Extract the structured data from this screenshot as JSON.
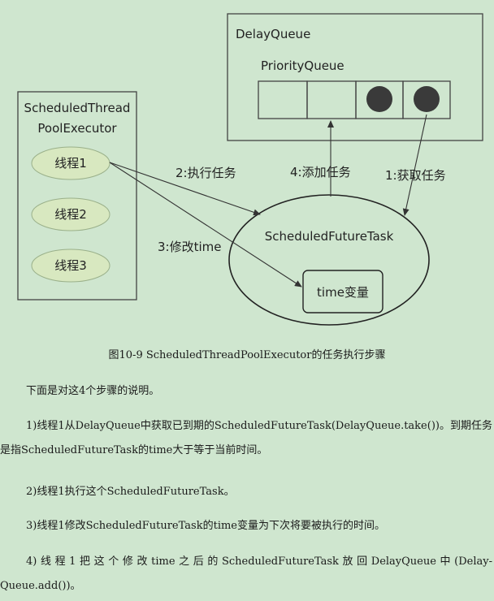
{
  "diagram": {
    "delay_queue_label": "DelayQueue",
    "priority_queue_label": "PriorityQueue",
    "executor_label_line1": "ScheduledThread",
    "executor_label_line2": "PoolExecutor",
    "threads": [
      "线程1",
      "线程2",
      "线程3"
    ],
    "task_label": "ScheduledFutureTask",
    "time_var_label": "time变量",
    "arrow_execute": "2:执行任务",
    "arrow_modify": "3:修改time",
    "arrow_add": "4:添加任务",
    "arrow_take": "1:获取任务"
  },
  "caption": "图10-9  ScheduledThreadPoolExecutor的任务执行步骤",
  "paragraphs": {
    "intro": "下面是对这4个步骤的说明。",
    "step1": "1)线程1从DelayQueue中获取已到期的ScheduledFutureTask(DelayQueue.take())。到期任务是指ScheduledFutureTask的time大于等于当前时间。",
    "step2": "2)线程1执行这个ScheduledFutureTask。",
    "step3": "3)线程1修改ScheduledFutureTask的time变量为下次将要被执行的时间。",
    "step4": "4)线程1把这个修改time之后的ScheduledFutureTask放回DelayQueue中(Delay-Queue.add())。"
  }
}
